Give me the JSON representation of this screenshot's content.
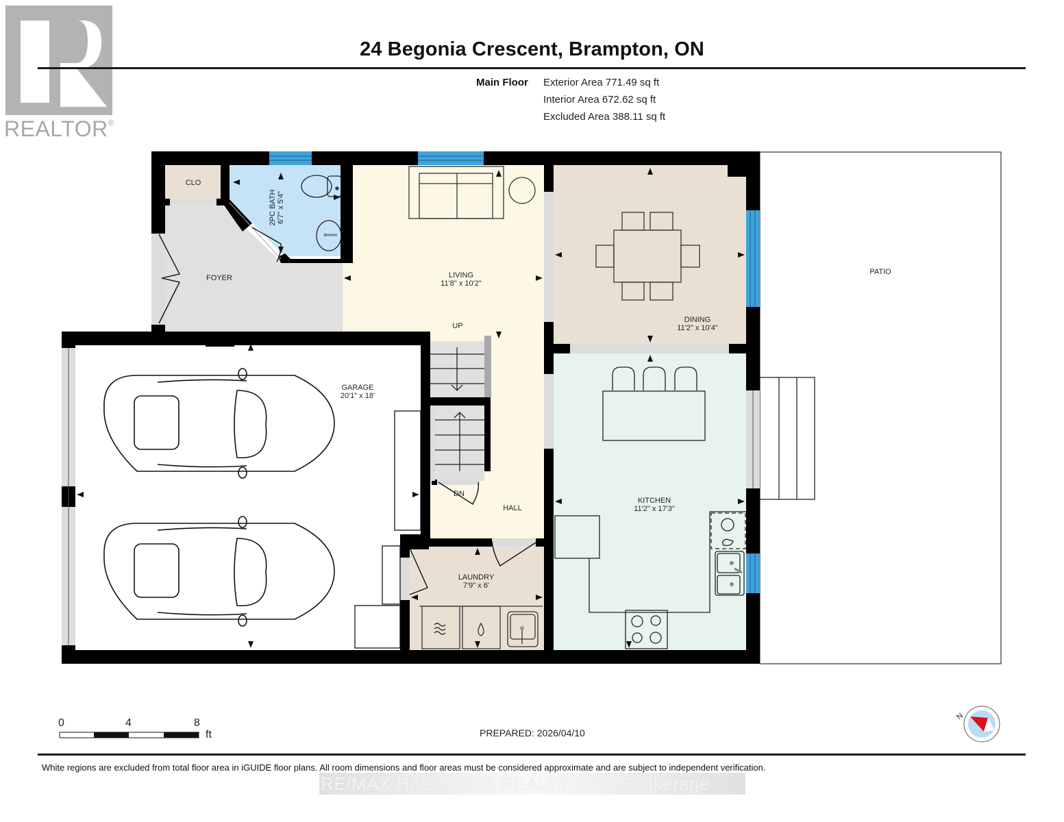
{
  "header": {
    "title": "24 Begonia Crescent, Brampton, ON",
    "floor_name": "Main Floor",
    "areas": [
      {
        "label": "Exterior Area",
        "value": "771.49 sq ft"
      },
      {
        "label": "Interior Area",
        "value": "672.62 sq ft"
      },
      {
        "label": "Excluded Area",
        "value": "388.11 sq ft"
      }
    ],
    "areas_text": [
      "Exterior Area 771.49 sq ft",
      "Interior Area 672.62 sq ft",
      "Excluded Area 388.11 sq ft"
    ]
  },
  "logo": {
    "text": "REALTOR",
    "reg": "®",
    "icon": "realtor-r-logo"
  },
  "rooms": {
    "clo": {
      "name": "CLO"
    },
    "bath": {
      "name": "2PC BATH",
      "dims": "6'7\" x 5'4\""
    },
    "foyer": {
      "name": "FOYER"
    },
    "living": {
      "name": "LIVING",
      "dims": "11'8\" x 10'2\""
    },
    "dining": {
      "name": "DINING",
      "dims": "11'2\" x 10'4\""
    },
    "patio": {
      "name": "PATIO"
    },
    "garage": {
      "name": "GARAGE",
      "dims": "20'1\" x 18'"
    },
    "kitchen": {
      "name": "KITCHEN",
      "dims": "11'2\" x 17'3\""
    },
    "hall": {
      "name": "HALL"
    },
    "laundry": {
      "name": "LAUNDRY",
      "dims": "7'9\" x 6'"
    }
  },
  "stairs": {
    "up_label": "UP",
    "down_label": "DN"
  },
  "colors": {
    "wall": "#000000",
    "window": "#3fa3dc",
    "bath": "#c5e3f7",
    "living_hall": "#fdf8e6",
    "dining_laundry_clo": "#e9e0d3",
    "kitchen": "#e6f3ee",
    "foyer_stairs": "#e0e0e0",
    "garage_patio": "#ffffff",
    "compass_fill": "#b9dcf5",
    "compass_needle": "#e0101a"
  },
  "scale_bar": {
    "ticks": [
      "0",
      "4",
      "8"
    ],
    "unit": "ft"
  },
  "compass": {
    "north_label": "N"
  },
  "footer": {
    "prepared": "PREPARED: 2026/04/10",
    "disclaimer": "White regions are excluded from total floor area in iGUIDE floor plans. All room dimensions and floor areas must be considered approximate and are subject to independent verification.",
    "brokerage": "RE/MAX HALLMARK REALTY LTD., Brokerage"
  }
}
